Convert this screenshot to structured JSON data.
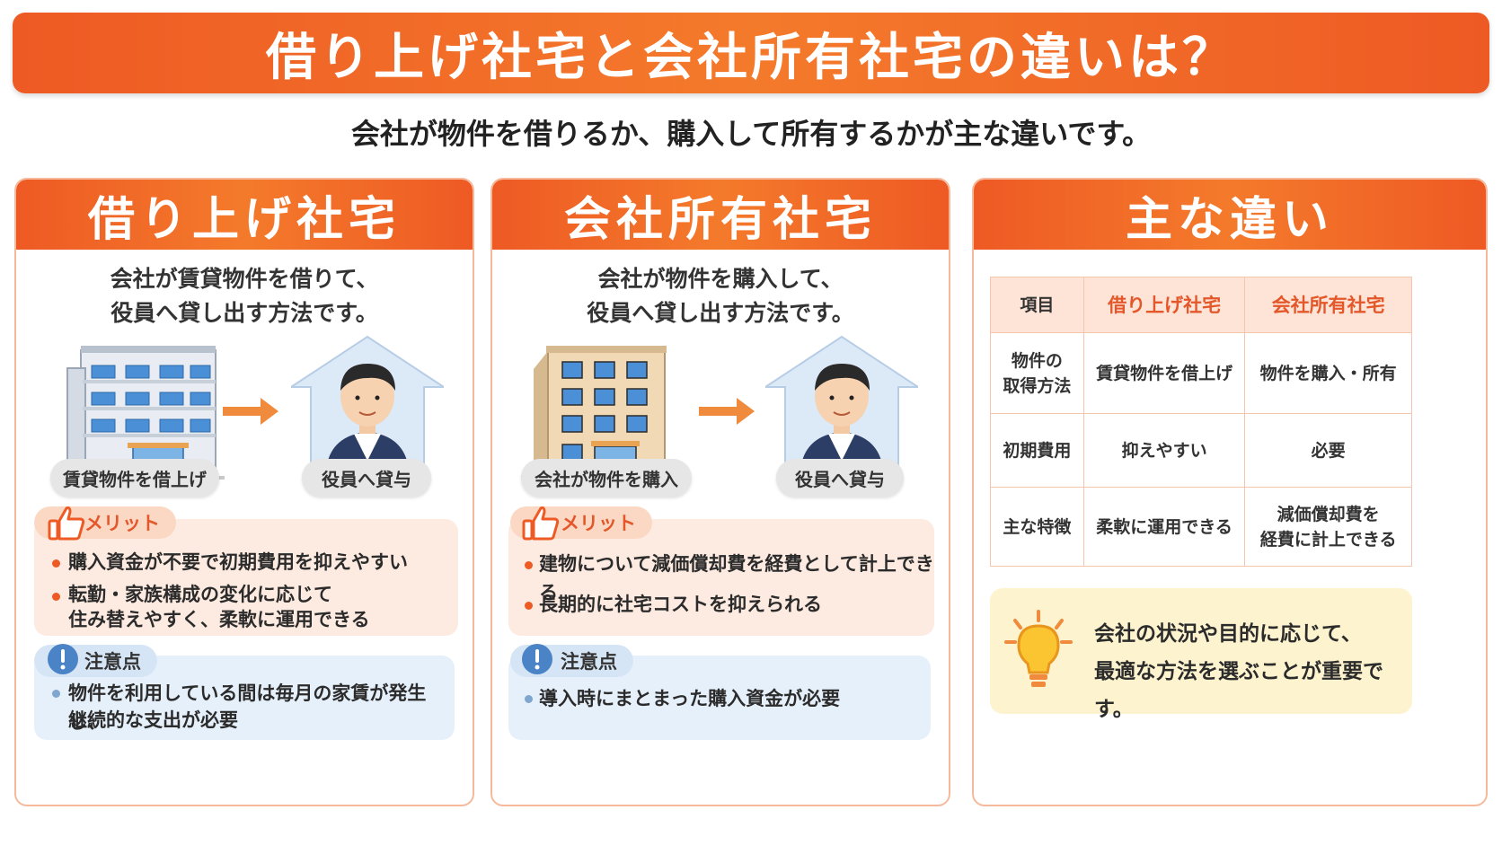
{
  "header": {
    "title": "借り上げ社宅と会社所有社宅の違いは？",
    "subtitle": "会社が物件を借りるか、購入して所有するかが主な違いです。"
  },
  "panel1": {
    "title": "借り上げ社宅",
    "desc1": "会社が賃貸物件を借りて、",
    "desc2": "役員へ貸し出す方法です。",
    "label_left": "賃貸物件を借上げ",
    "label_right": "役員へ貸与",
    "merit_tag": "メリット",
    "merits": [
      "購入資金が不要で初期費用を抑えやすい",
      "転勤・家族構成の変化に応じて",
      "住み替えやすく、柔軟に運用できる"
    ],
    "caution_tag": "注意点",
    "cautions": [
      "物件を利用している間は毎月の家賃が発生し、",
      "継続的な支出が必要"
    ]
  },
  "panel2": {
    "title": "会社所有社宅",
    "desc1": "会社が物件を購入して、",
    "desc2": "役員へ貸し出す方法です。",
    "label_left": "会社が物件を購入",
    "label_right": "役員へ貸与",
    "merit_tag": "メリット",
    "merits": [
      "建物について減価償却費を経費として計上できる",
      "長期的に社宅コストを抑えられる"
    ],
    "caution_tag": "注意点",
    "cautions": [
      "導入時にまとまった購入資金が必要"
    ]
  },
  "panel3": {
    "title": "主な違い",
    "table": {
      "headers": [
        "項目",
        "借り上げ社宅",
        "会社所有社宅"
      ],
      "rows": [
        {
          "item1": "物件の",
          "item2": "取得方法",
          "a": "賃貸物件を借上げ",
          "b": "物件を購入・所有"
        },
        {
          "item1": "初期費用",
          "a": "抑えやすい",
          "b": "必要"
        },
        {
          "item1": "主な特徴",
          "a": "柔軟に運用できる",
          "b1": "減価償却費を",
          "b2": "経費に計上できる"
        }
      ]
    },
    "note1": "会社の状況や目的に応じて、",
    "note2": "最適な方法を選ぶことが重要です。"
  },
  "colors": {
    "accent": "#ee5a24",
    "merit_bg": "#fdebe1",
    "caution_bg": "#e6f0fb",
    "note_bg": "#fdf3cf"
  }
}
